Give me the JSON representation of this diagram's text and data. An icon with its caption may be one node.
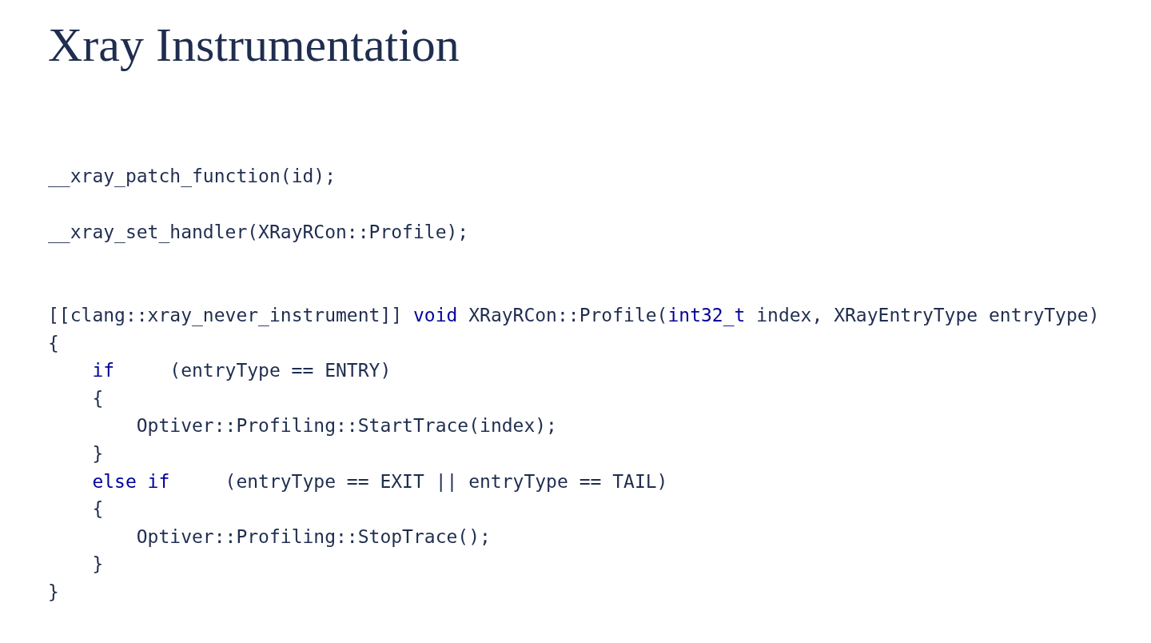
{
  "diagram": {
    "title": "Xray Instrumentation",
    "labels": [
      "__xray_patch_function(id);",
      "__xray_set_handler(XRayRCon::Profile);",
      "[[clang::xray_never_instrument]]",
      "void",
      "XRayRCon::Profile(",
      "int32_t",
      "index, XRayEntryType entryType)",
      "{",
      "if",
      "(entryType == ENTRY)",
      "{",
      "Optiver::Profiling::StartTrace(index);",
      "}",
      "else if",
      "(entryType == EXIT || entryType == TAIL)",
      "{",
      "Optiver::Profiling::StopTrace();",
      "}",
      "}"
    ]
  }
}
